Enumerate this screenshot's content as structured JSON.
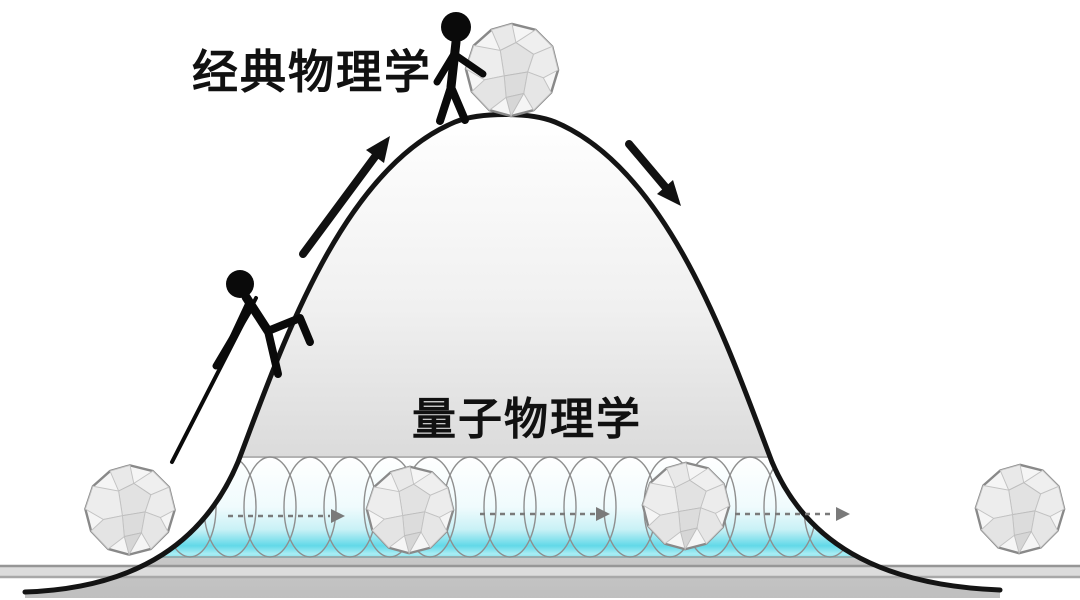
{
  "diagram": {
    "labels": {
      "classical": "经典物理学",
      "quantum": "量子物理学"
    },
    "colors": {
      "background": "#ffffff",
      "hill_fill_top": "#ffffff",
      "hill_fill_bottom": "#bfbfbf",
      "hill_outline": "#141414",
      "tunnel_cyan": "#5fd8e7",
      "wave_coil": "#8e8e8e",
      "solid_arrow": "#111111",
      "dashed_arrow": "#7a7a7a",
      "figure": "#0a0a0a",
      "paper_ball_fill": "#f0f0f0",
      "ground": "#9a9a9a"
    },
    "icons": [
      "climbing-figure-icon",
      "standing-figure-icon",
      "paper-ball-icon",
      "ascend-arrow-icon",
      "descend-arrow-icon",
      "tunnel-wave-icon",
      "motion-dashed-arrow-icon",
      "ground-line"
    ]
  }
}
